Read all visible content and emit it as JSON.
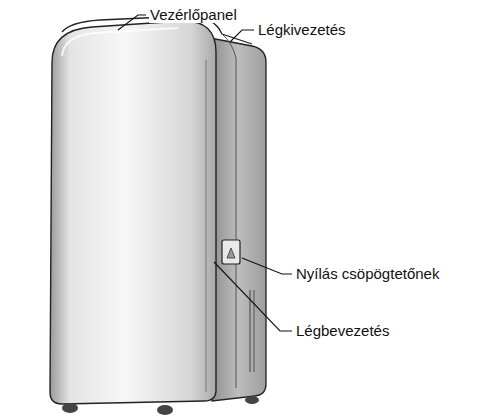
{
  "diagram": {
    "labels": [
      "Vezérlőpanel",
      "Légkivezetés",
      "Nyílás csöpögtetőnek",
      "Légbevezetés"
    ]
  }
}
